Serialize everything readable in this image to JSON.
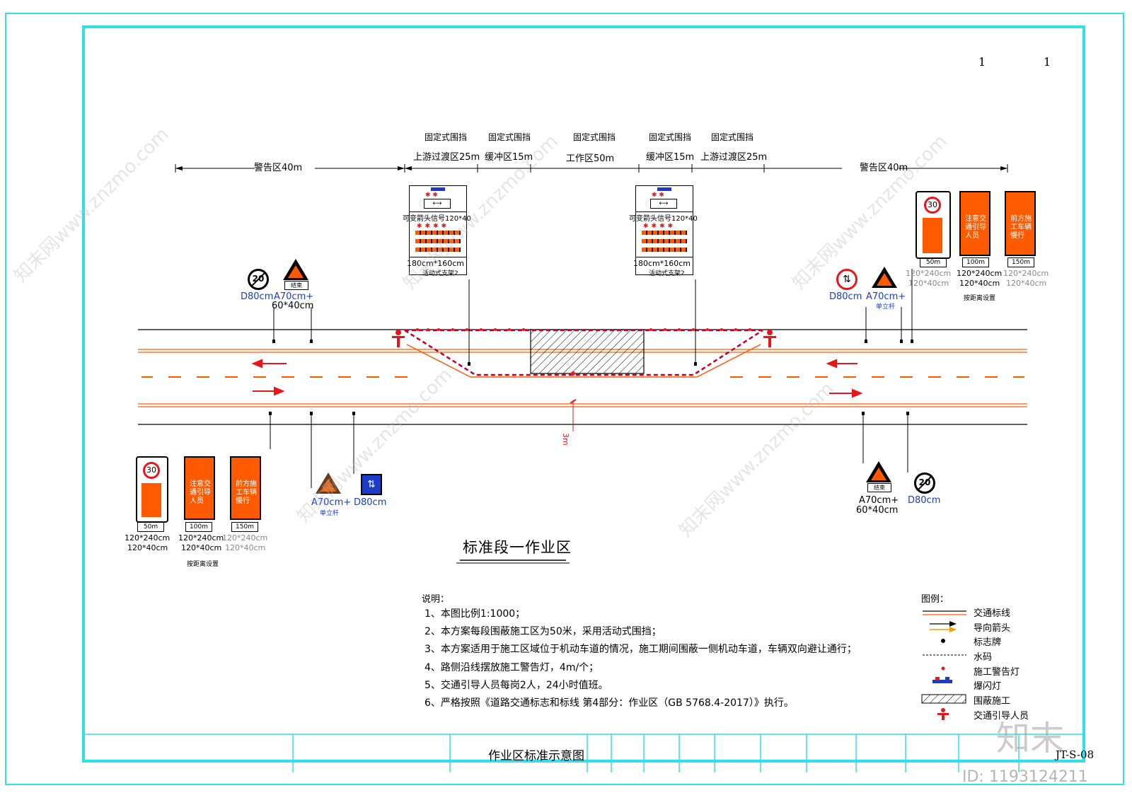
{
  "page_numbers": [
    "1",
    "1"
  ],
  "zones": {
    "headers": [
      "固定式围挡",
      "固定式围挡",
      "固定式围挡",
      "固定式围挡",
      "固定式围挡"
    ],
    "segments": [
      "警告区40m",
      "上游过渡区25m",
      "缓冲区15m",
      "工作区50m",
      "缓冲区15m",
      "上游过渡区25m",
      "警告区40m"
    ]
  },
  "arrow_board_label": "可变箭头信号120*40",
  "barrier_label": "180cm*160cm",
  "barrier_sub": "活动式支架2",
  "left_top_signs": {
    "no_limit": "D80cm",
    "warn": "A70cm+",
    "warn_size": "60*40cm",
    "warn_plate": "结束",
    "limit_value": "20"
  },
  "right_top_signs": {
    "priority": "D80cm",
    "warn": "A70cm+",
    "warn_sub": "单立杆"
  },
  "sign_group_top": {
    "speed": "30",
    "dist": [
      "50m",
      "100m",
      "150m"
    ],
    "size1": [
      "120*240cm",
      "120*240cm",
      "120*240cm"
    ],
    "size2": [
      "120*40cm",
      "120*40cm",
      "120*40cm"
    ],
    "note": "按距离设置",
    "board2": "注意交通引导人员",
    "board3": "前方施工车辆慢行"
  },
  "bottom_left_signs": {
    "warn": "A70cm+",
    "warn_sub": "单立杆",
    "blue": "D80cm"
  },
  "bottom_right_signs": {
    "warn": "A70cm+",
    "warn_size": "60*40cm",
    "warn_plate": "结束",
    "round": "D80cm",
    "limit_value": "20"
  },
  "road_offset": "3m",
  "section_title": "标准段一作业区",
  "notes": {
    "heading": "说明：",
    "items": [
      "1、本图比例1:1000；",
      "2、本方案每段围蔽施工区为50米，采用活动式围挡；",
      "3、本方案适用于施工区域位于机动车道的情况，施工期间围蔽一侧机动车道，车辆双向避让通行；",
      "4、路侧沿线摆放施工警告灯，4m/个；",
      "5、交通引导人员每岗2人，24小时值班。",
      "6、严格按照《道路交通标志和标线 第4部分：作业区（GB 5768.4-2017）》执行。"
    ]
  },
  "legend": {
    "heading": "图例：",
    "items": [
      "交通标线",
      "导向箭头",
      "标志牌",
      "水码",
      "施工警告灯",
      "爆闪灯",
      "围蔽施工",
      "交通引导人员"
    ]
  },
  "title_block": {
    "drawing_title": "作业区标准示意图",
    "drawing_number": "JT-S-08"
  },
  "watermark": {
    "brand": "知末",
    "id": "ID: 1193124211",
    "site": "知末网www.znzmo.com"
  },
  "colors": {
    "frame": "#2fe0ea",
    "road_line": "#ff5a00",
    "sign_orange": "#ff5a00",
    "sign_blue": "#1a3cc8",
    "cone_red": "#e8161b"
  }
}
